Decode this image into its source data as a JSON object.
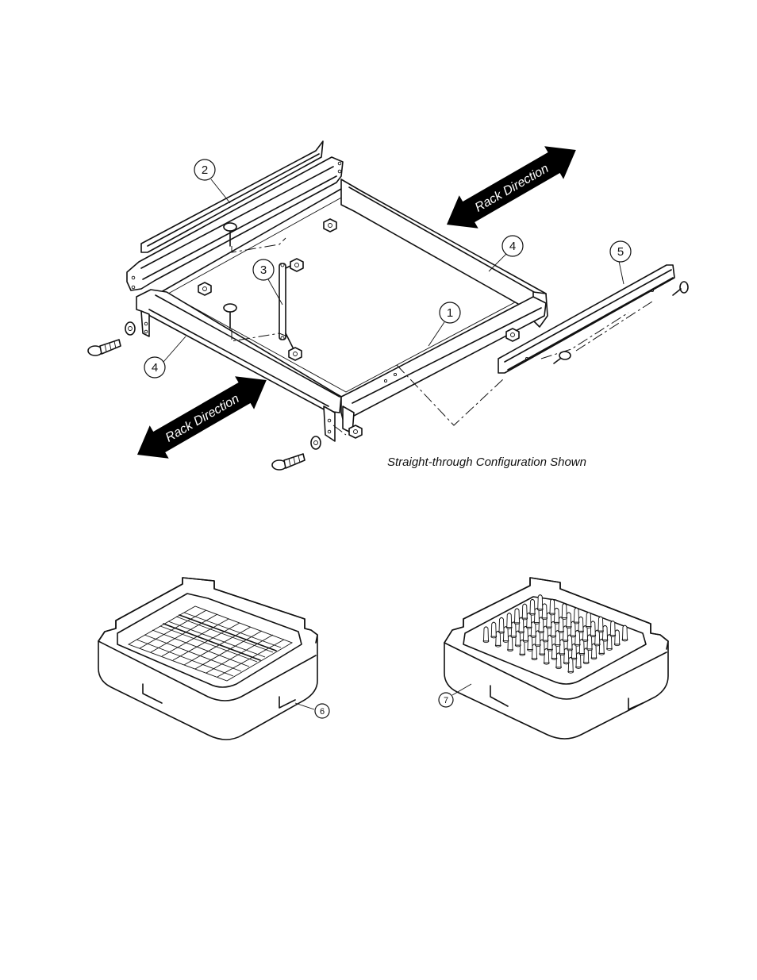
{
  "callouts": {
    "c1": "1",
    "c2": "2",
    "c3": "3",
    "c4a": "4",
    "c4b": "4",
    "c5": "5",
    "c6": "6",
    "c7": "7"
  },
  "arrows": {
    "top_label": "Rack Direction",
    "bottom_label": "Rack Direction"
  },
  "caption": "Straight-through Configuration Shown",
  "colors": {
    "line": "#111111",
    "arrow_fill": "#000000",
    "background": "#ffffff"
  }
}
